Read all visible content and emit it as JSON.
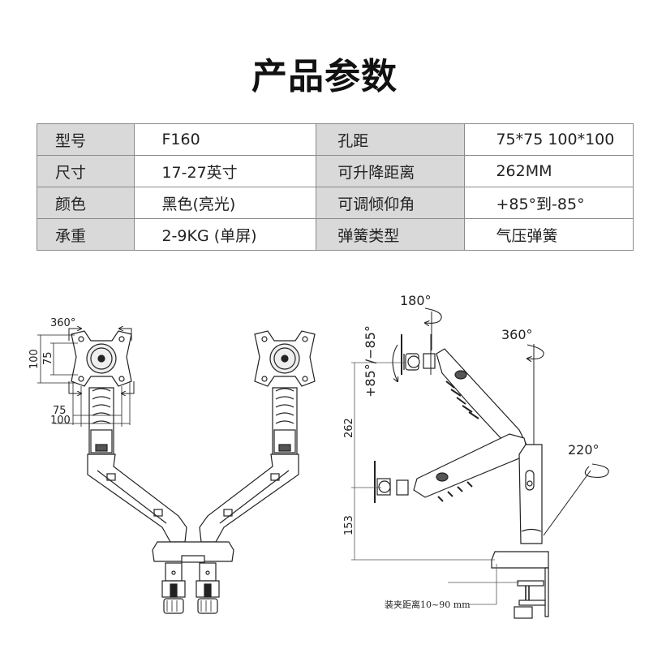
{
  "title": "产品参数",
  "specs": {
    "rows": [
      {
        "label1": "型号",
        "value1": "F160",
        "label2": "孔距",
        "value2": "75*75  100*100"
      },
      {
        "label1": "尺寸",
        "value1": "17-27英寸",
        "label2": "可升降距离",
        "value2": "262MM"
      },
      {
        "label1": "颜色",
        "value1": "黑色(亮光)",
        "label2": "可调倾仰角",
        "value2": "+85°到-85°"
      },
      {
        "label1": "承重",
        "value1": "2-9KG (单屏)",
        "label2": "弹簧类型",
        "value2": "气压弹簧"
      }
    ]
  },
  "front_view": {
    "rotation_label": "360°",
    "vesa_height_outer": "100",
    "vesa_height_inner": "75",
    "vesa_width_inner": "75",
    "vesa_width_outer": "100"
  },
  "side_view": {
    "swivel_label": "180°",
    "tilt_label": "+85°/−85°",
    "arm_rotation_label": "360°",
    "base_rotation_label": "220°",
    "lift_range_label": "262",
    "base_height_label": "153",
    "clamp_note": "装夹距离10~90 mm"
  }
}
